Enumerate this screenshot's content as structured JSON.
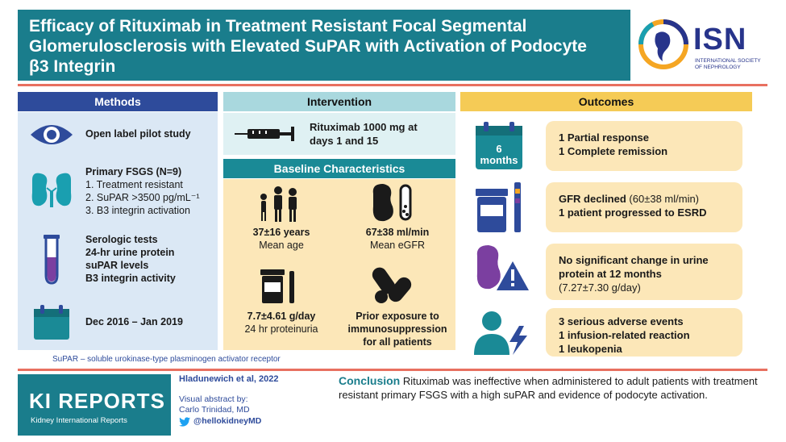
{
  "header": {
    "title": "Efficacy of Rituximab in Treatment Resistant Focal Segmental Glomerulosclerosis with Elevated SuPAR with Activation of Podocyte β3 Integrin",
    "logo_text": "ISN",
    "logo_sub": "INTERNATIONAL SOCIETY OF NEPHROLOGY"
  },
  "methods": {
    "heading": "Methods",
    "items": [
      {
        "icon": "eye-icon",
        "lines": [
          "Open label pilot study"
        ]
      },
      {
        "icon": "kidneys-icon",
        "title": "Primary FSGS (N=9)",
        "lines": [
          "1. Treatment resistant",
          "2. SuPAR >3500 pg/mL⁻¹",
          "3. B3 integrin activation"
        ]
      },
      {
        "icon": "test-tube-icon",
        "lines": [
          "Serologic tests",
          "24-hr urine protein",
          "suPAR levels",
          "B3 integrin activity"
        ]
      },
      {
        "icon": "calendar-icon",
        "lines": [
          "Dec 2016 – Jan 2019"
        ]
      }
    ]
  },
  "intervention": {
    "heading": "Intervention",
    "text_line1": "Rituximab 1000 mg at",
    "text_line2": "days 1 and 15"
  },
  "baseline": {
    "heading": "Baseline Characteristics",
    "stats": [
      {
        "value": "37±16 years",
        "label": "Mean age"
      },
      {
        "value": "67±38 ml/min",
        "label": "Mean eGFR"
      },
      {
        "value": "7.7±4.61 g/day",
        "label": "24 hr proteinuria"
      },
      {
        "value_lines": [
          "Prior exposure to",
          "immunosuppression",
          "for all patients"
        ]
      }
    ]
  },
  "outcomes": {
    "heading": "Outcomes",
    "calendar_label": [
      "6",
      "months"
    ],
    "cards": [
      {
        "lines": [
          "1 Partial response",
          "1 Complete remission"
        ]
      },
      {
        "line1": "GFR declined",
        "line1_light": " (60±38 ml/min)",
        "line2": "1 patient progressed to ESRD"
      },
      {
        "lines": [
          "No significant change in urine",
          "protein at 12 months"
        ],
        "light": "(7.27±7.30 g/day)"
      },
      {
        "lines": [
          "3 serious adverse events",
          "1 infusion-related reaction",
          "1 leukopenia"
        ]
      }
    ]
  },
  "footnote": "SuPAR – soluble urokinase-type plasminogen activator receptor",
  "footer": {
    "journal": "KI REPORTS",
    "journal_sub": "Kidney International Reports",
    "citation": "Hladunewich et al, 2022",
    "credit_line1": "Visual abstract by:",
    "credit_line2": "Carlo Trinidad, MD",
    "twitter": "@hellokidneyMD",
    "conclusion_label": "Conclusion",
    "conclusion_text": " Rituximab was ineffective when administered to adult patients with treatment resistant primary FSGS with a high suPAR and evidence of podocyte activation."
  },
  "colors": {
    "teal": "#1a7d8c",
    "navy": "#2e4b9b",
    "coral": "#e87060",
    "yellow": "#f5cb56",
    "cream": "#fce7b8",
    "light_blue": "#dbe8f5"
  }
}
